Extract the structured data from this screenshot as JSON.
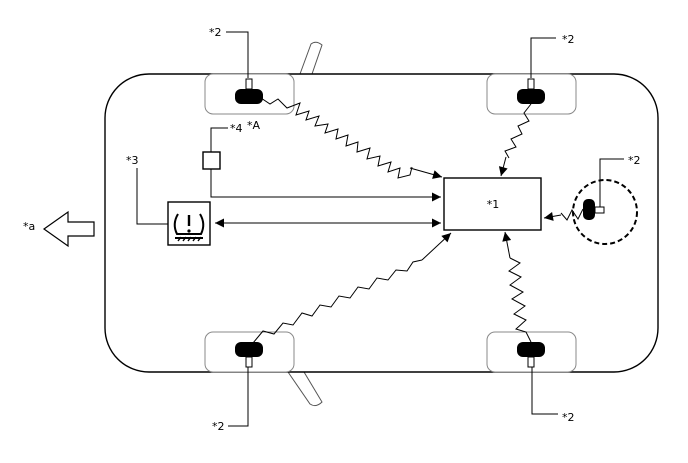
{
  "labels": {
    "receiver": "*1",
    "sensor_front_left": "*2",
    "sensor_front_right": "*2",
    "sensor_spare": "*2",
    "sensor_rear_left": "*2",
    "sensor_rear_right": "*2",
    "warning_light": "*3",
    "switch": "*4",
    "switch_note": "*A",
    "front_direction": "*a"
  },
  "icons": {
    "warning_light": "tpms-warning-icon",
    "front_direction": "arrow-left-icon"
  },
  "colors": {
    "line": "#000000",
    "wheel_outline": "#888888",
    "background": "#ffffff"
  }
}
